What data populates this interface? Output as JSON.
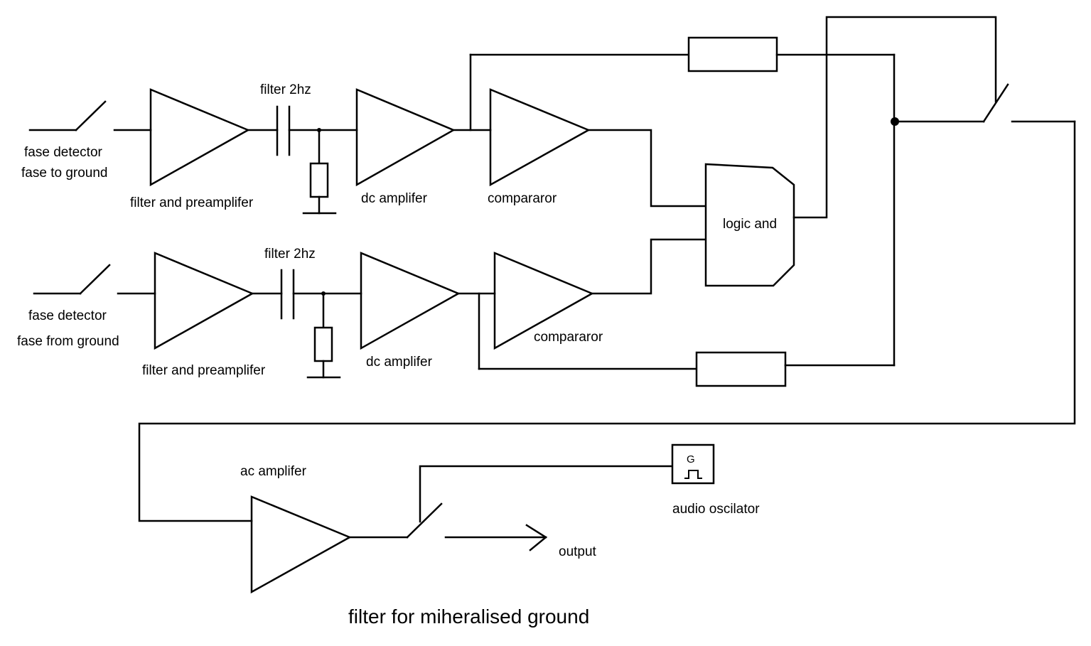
{
  "title": "filter for miheralised ground",
  "channels": [
    {
      "detector_label_line1": "fase detector",
      "detector_label_line2": "fase to ground",
      "preamp_label": "filter and preamplifer",
      "filter_label": "filter 2hz",
      "dc_amp_label": "dc amplifer",
      "comparator_label": "compararor"
    },
    {
      "detector_label_line1": "fase detector",
      "detector_label_line2": "fase from ground",
      "preamp_label": "filter and preamplifer",
      "filter_label": "filter 2hz",
      "dc_amp_label": "dc amplifer",
      "comparator_label": "compararor"
    }
  ],
  "logic_gate_label": "logic and",
  "ac_amp_label": "ac amplifer",
  "oscillator": {
    "symbol": "G",
    "label": "audio oscilator"
  },
  "output_label": "output",
  "colors": {
    "line": "#000000",
    "background": "#ffffff"
  }
}
